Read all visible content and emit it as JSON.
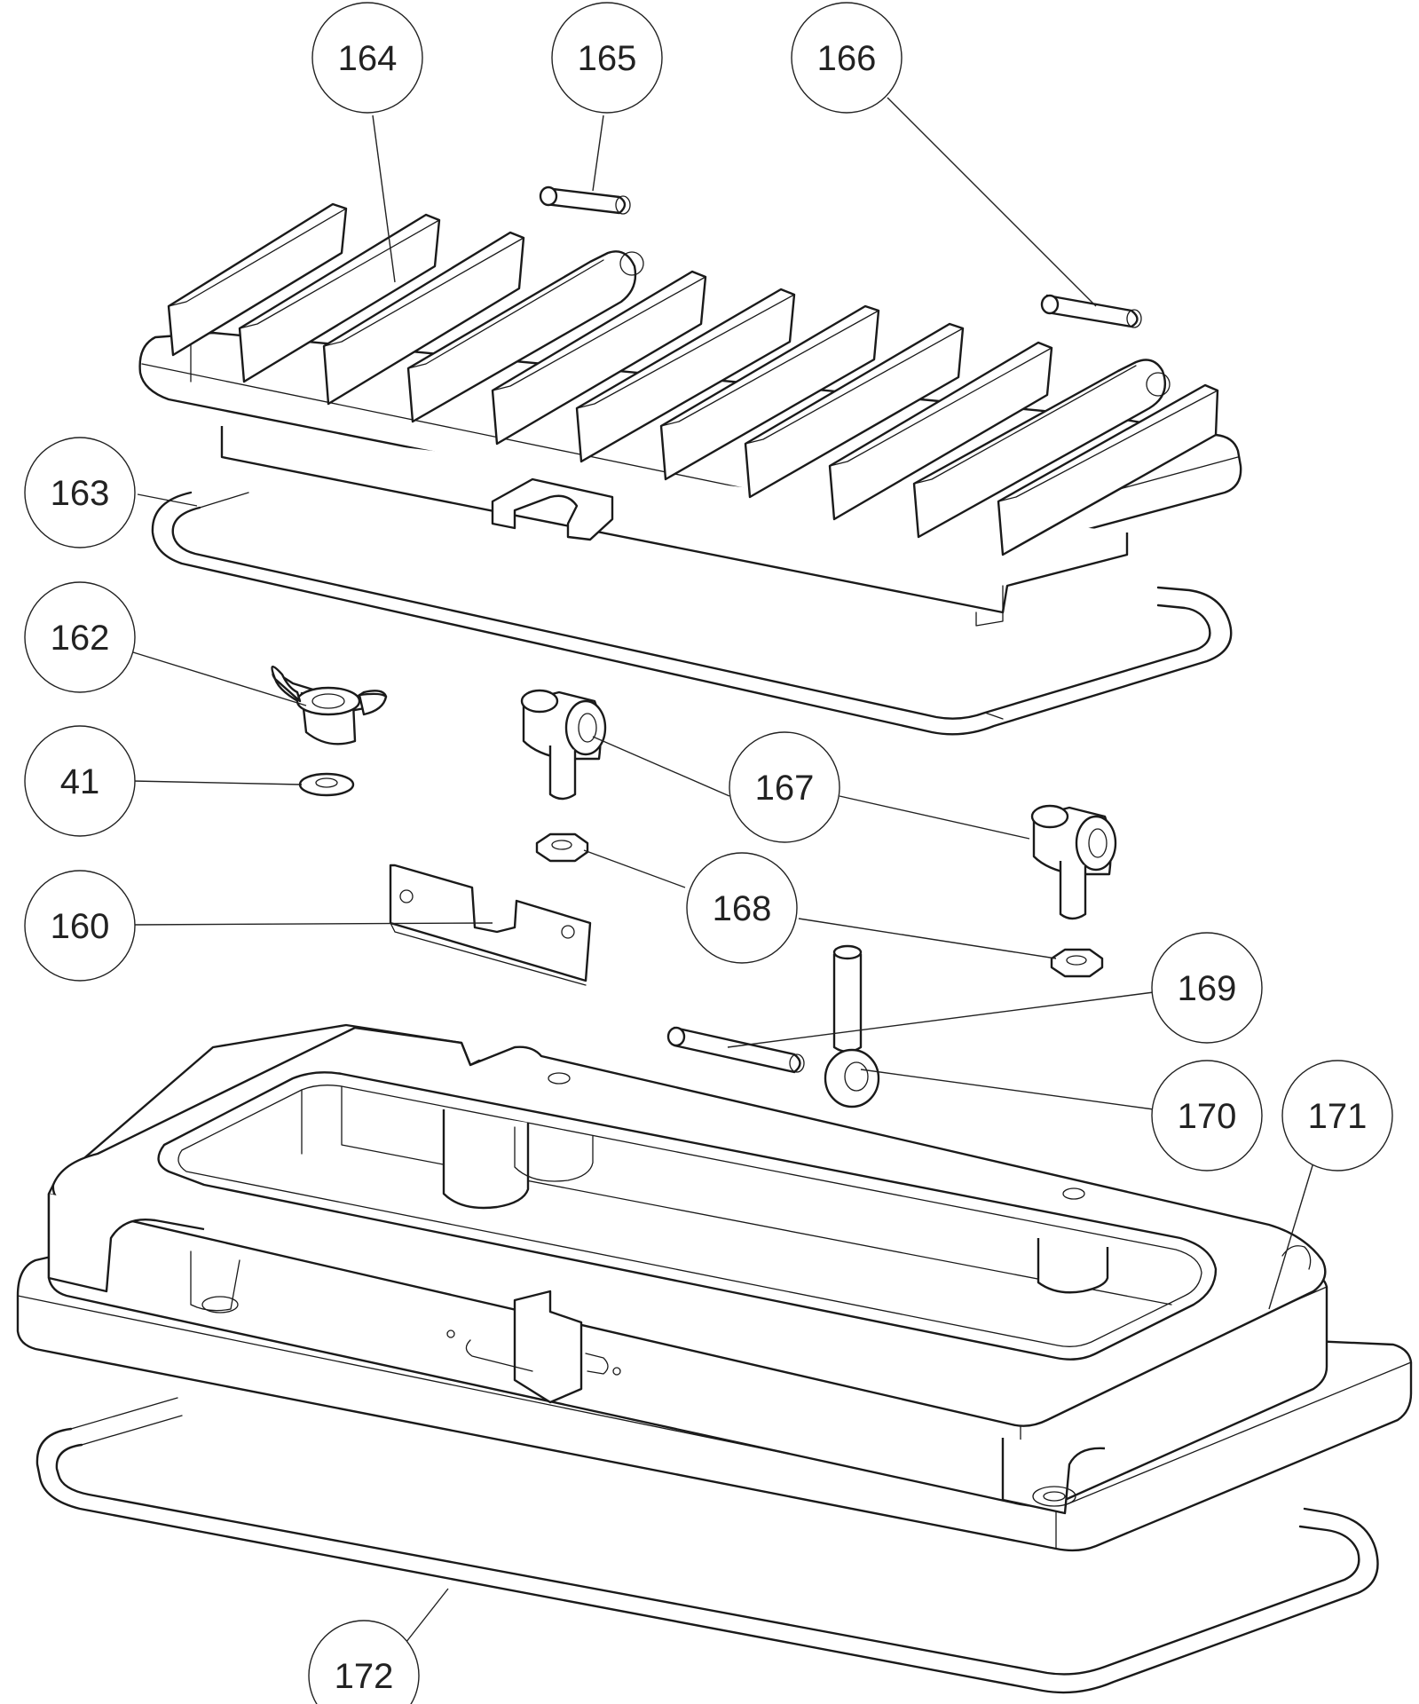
{
  "callouts": [
    {
      "id": "c164",
      "label": "164"
    },
    {
      "id": "c165",
      "label": "165"
    },
    {
      "id": "c166",
      "label": "166"
    },
    {
      "id": "c163",
      "label": "163"
    },
    {
      "id": "c162",
      "label": "162"
    },
    {
      "id": "c41",
      "label": "41"
    },
    {
      "id": "c167",
      "label": "167"
    },
    {
      "id": "c160",
      "label": "160"
    },
    {
      "id": "c168",
      "label": "168"
    },
    {
      "id": "c169",
      "label": "169"
    },
    {
      "id": "c170",
      "label": "170"
    },
    {
      "id": "c171",
      "label": "171"
    },
    {
      "id": "c172",
      "label": "172"
    }
  ]
}
